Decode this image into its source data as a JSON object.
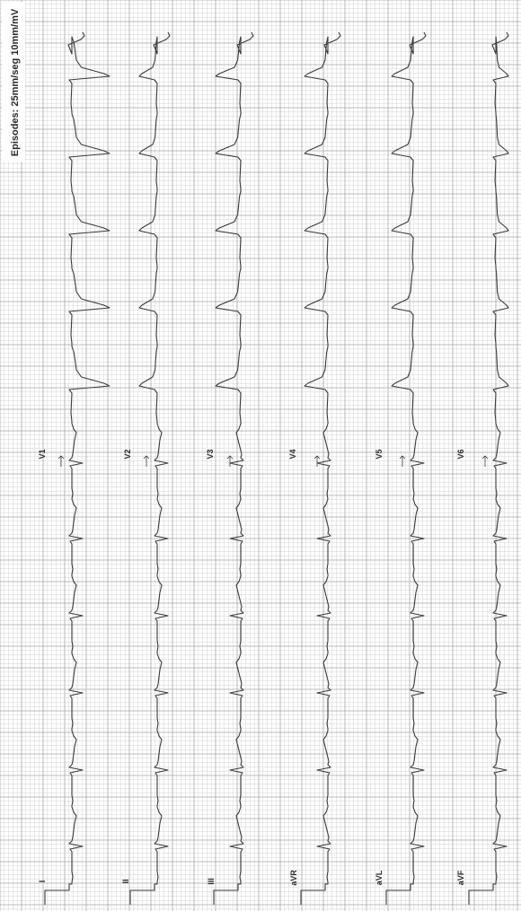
{
  "caption": "Episodes: 25mm/seg 10mm/mV",
  "colors": {
    "paper": "#ffffff",
    "grid_minor": "#d3d3d3",
    "grid_major": "#a8a8a8",
    "trace": "#3a3a3a"
  },
  "leads_limb": [
    "I",
    "II",
    "III",
    "aVR",
    "aVL",
    "aVF"
  ],
  "leads_chest": [
    "V1",
    "V2",
    "V3",
    "V4",
    "V5",
    "V6"
  ]
}
